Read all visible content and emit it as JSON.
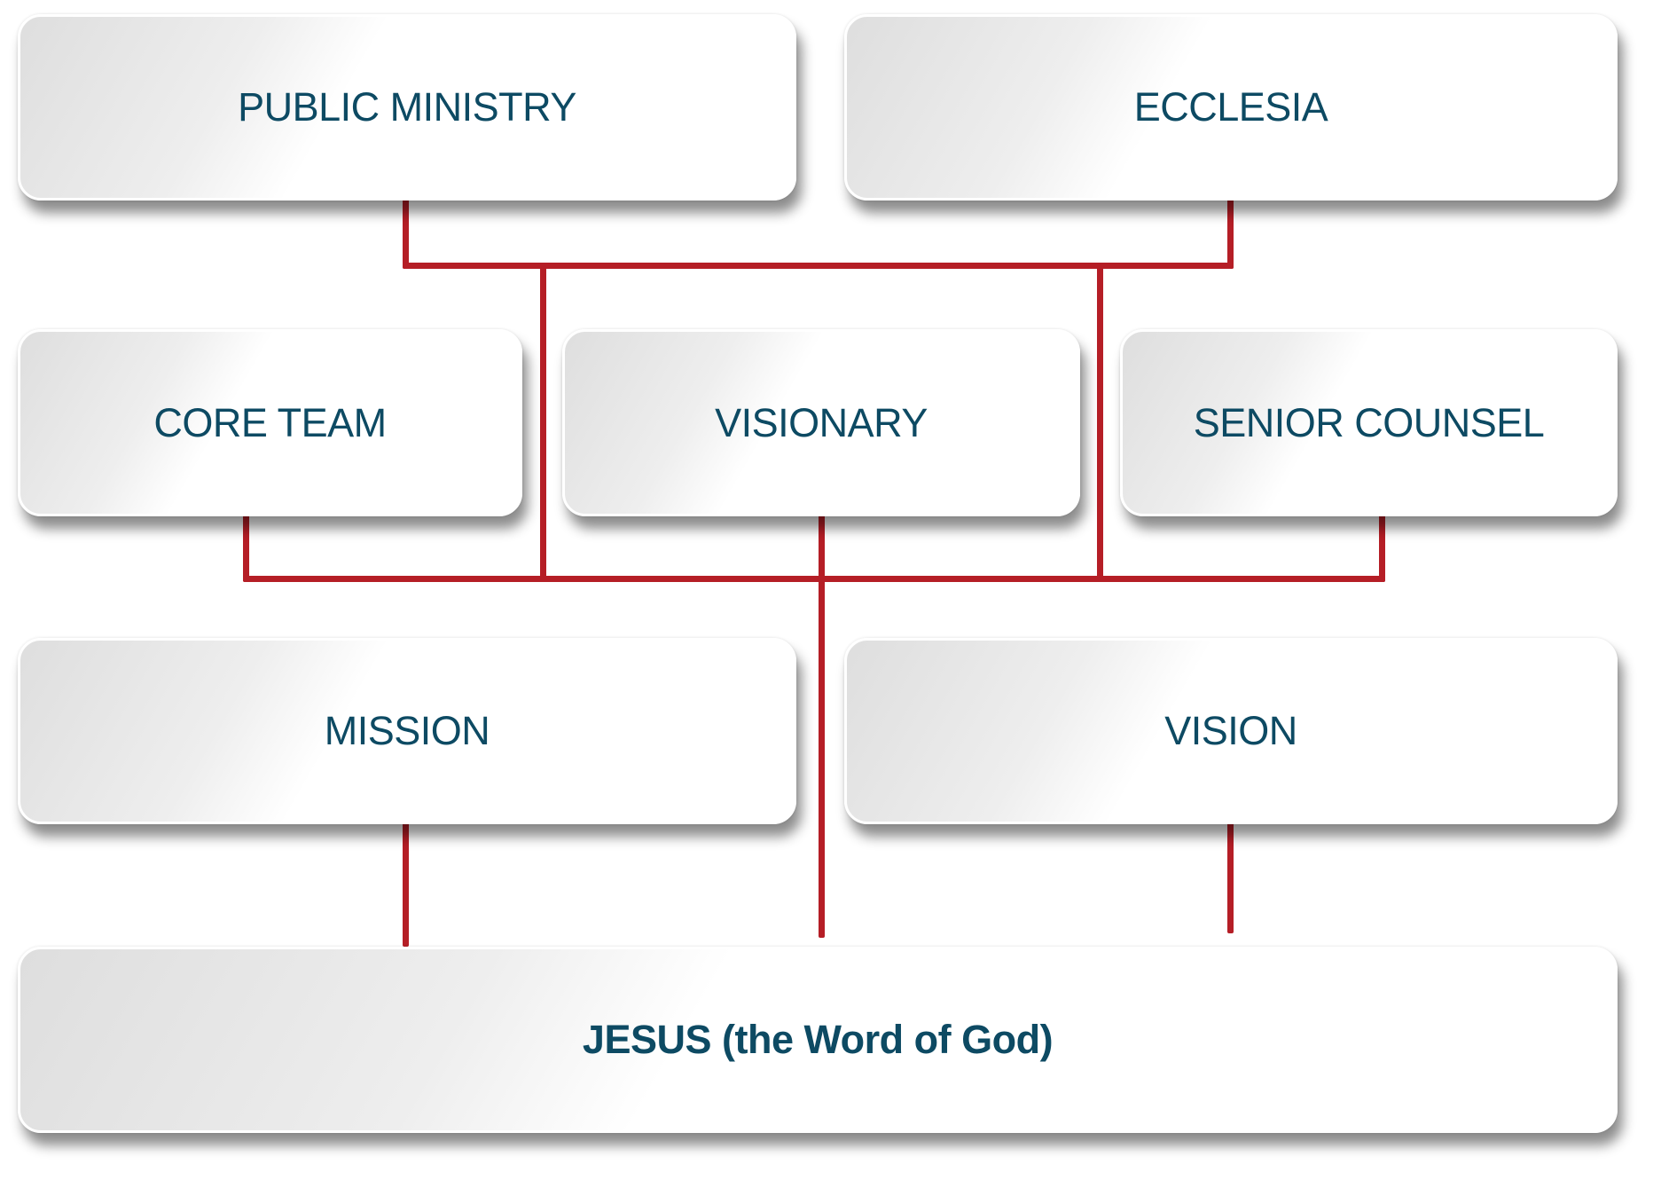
{
  "diagram": {
    "colors": {
      "text": "#0d4a63",
      "connector": "#b51e26",
      "box_fill": "#ffffff",
      "box_gradient": "#dedede"
    },
    "nodes": [
      {
        "id": "public-ministry",
        "label": "PUBLIC MINISTRY",
        "row": 1
      },
      {
        "id": "ecclesia",
        "label": "ECCLESIA",
        "row": 1
      },
      {
        "id": "core-team",
        "label": "CORE TEAM",
        "row": 2
      },
      {
        "id": "visionary",
        "label": "VISIONARY",
        "row": 2
      },
      {
        "id": "senior-counsel",
        "label": "SENIOR COUNSEL",
        "row": 2
      },
      {
        "id": "mission",
        "label": "MISSION",
        "row": 3
      },
      {
        "id": "vision",
        "label": "VISION",
        "row": 3
      },
      {
        "id": "jesus",
        "label": "JESUS (the Word of God)",
        "row": 4
      }
    ],
    "edges": [
      {
        "from": "public-ministry",
        "to": "core-team / senior-counsel bus"
      },
      {
        "from": "ecclesia",
        "to": "core-team / senior-counsel bus"
      },
      {
        "from": "core-team",
        "to": "row-2 bus"
      },
      {
        "from": "senior-counsel",
        "to": "row-2 bus"
      },
      {
        "from": "visionary",
        "to": "jesus"
      },
      {
        "from": "mission",
        "to": "jesus"
      },
      {
        "from": "vision",
        "to": "jesus"
      }
    ]
  }
}
